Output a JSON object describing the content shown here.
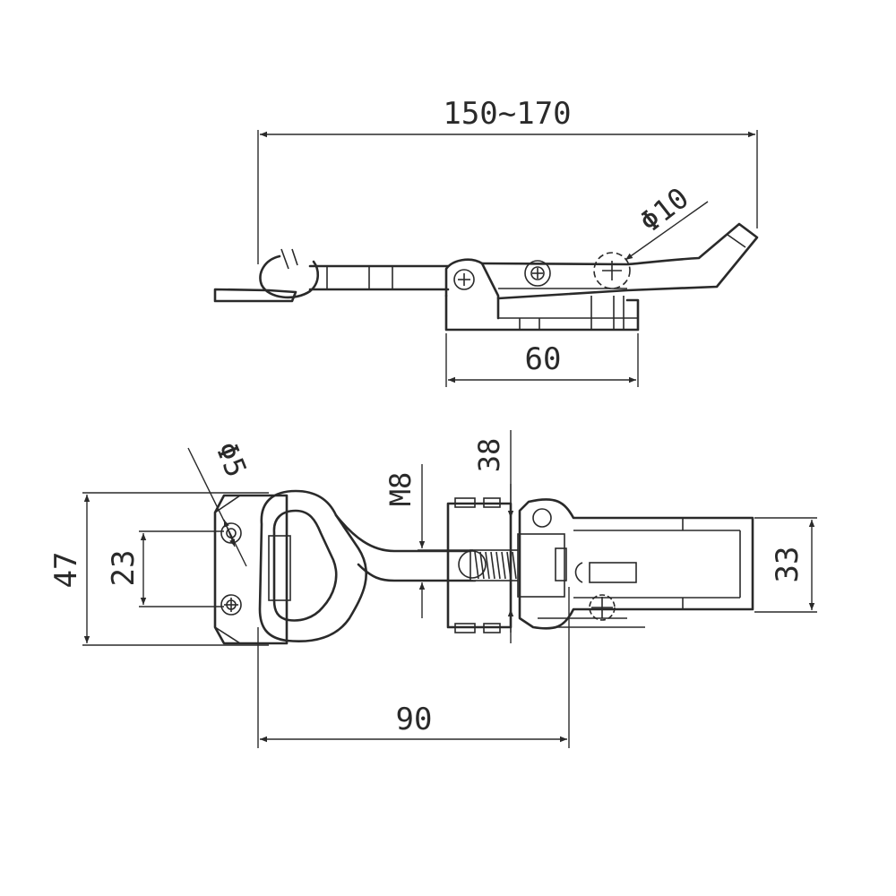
{
  "diagram": {
    "dimensions": {
      "overall_length": "150~170",
      "pin_diameter": "Φ10",
      "base_width_side": "60",
      "hole_diameter": "Φ5",
      "thread_size": "M8",
      "bracket_depth": "38",
      "plate_height": "47",
      "hole_spacing": "23",
      "catch_height": "33",
      "base_length_top": "90"
    },
    "colors": {
      "line": "#2a2a2a",
      "background": "#ffffff"
    }
  }
}
